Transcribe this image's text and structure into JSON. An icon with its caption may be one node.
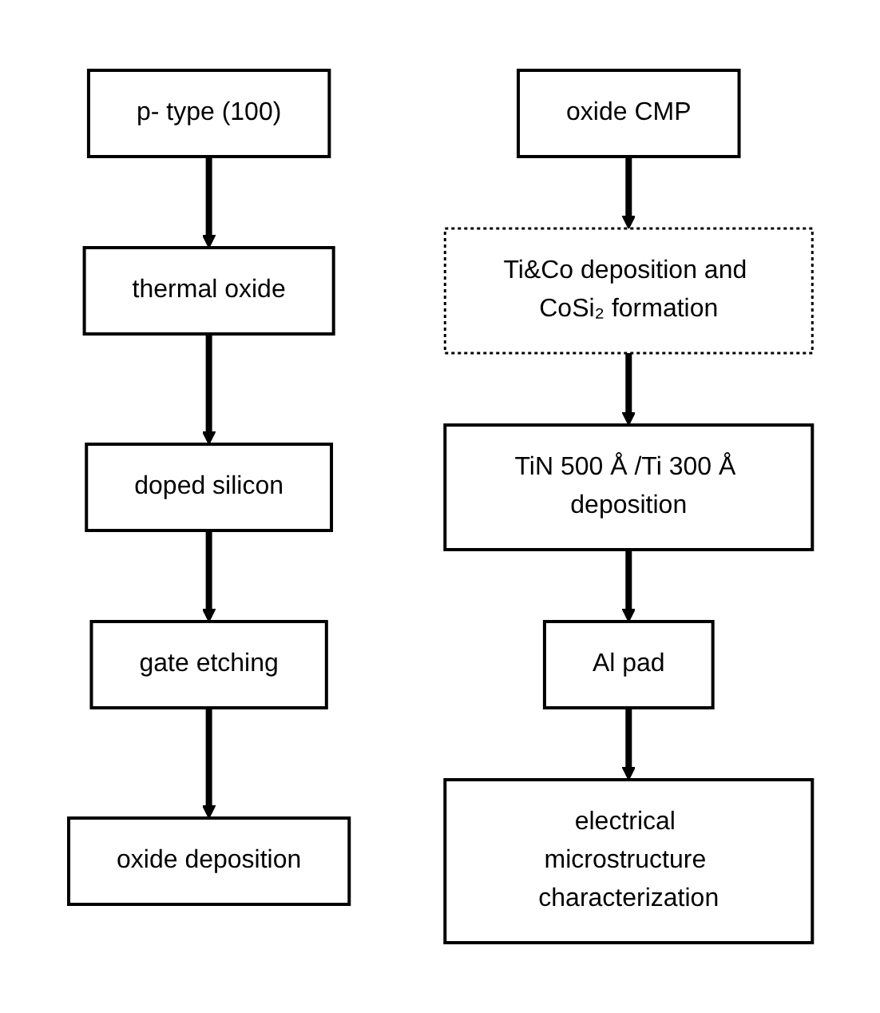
{
  "diagram": {
    "nodes": [
      {
        "text": [
          "p- type (100)"
        ]
      },
      {
        "text": [
          "thermal oxide"
        ]
      },
      {
        "text": [
          "doped silicon"
        ]
      },
      {
        "text": [
          "gate etching"
        ]
      },
      {
        "text": [
          "oxide deposition"
        ]
      },
      {
        "text": [
          "oxide CMP"
        ]
      },
      {
        "text": [
          "Ti&Co deposition and CoSi₂ formation"
        ]
      },
      {
        "text": [
          "TiN 500 Å /Ti 300 Å deposition"
        ]
      },
      {
        "text": [
          "Al pad"
        ]
      },
      {
        "text": [
          "electrical microstructure characterization"
        ]
      }
    ],
    "edges": [
      {
        "from": 0,
        "to": 1,
        "arrow": "to"
      },
      {
        "from": 1,
        "to": 2,
        "arrow": "to"
      },
      {
        "from": 2,
        "to": 3,
        "arrow": "to"
      },
      {
        "from": 3,
        "to": 4,
        "arrow": "to"
      },
      {
        "from": 5,
        "to": 6,
        "arrow": "to"
      },
      {
        "from": 6,
        "to": 7,
        "arrow": "to"
      },
      {
        "from": 7,
        "to": 8,
        "arrow": "to"
      },
      {
        "from": 8,
        "to": 9,
        "arrow": "to"
      }
    ]
  }
}
